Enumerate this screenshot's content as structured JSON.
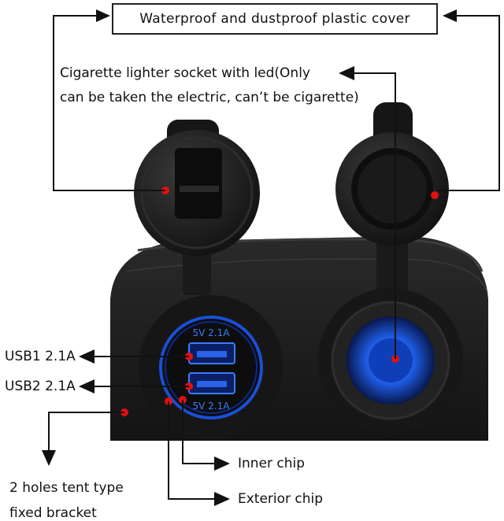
{
  "labels": {
    "cover": "Waterproof and dustproof plastic cover",
    "socket_line1": "Cigarette lighter socket with led(Only",
    "socket_line2": "can be taken the electric, can’t be cigarette)",
    "usb1": "USB1 2.1A",
    "usb2": "USB2 2.1A",
    "bracket_line1": "2 holes tent type",
    "bracket_line2": "fixed bracket",
    "inner_chip": "Inner chip",
    "exterior_chip": "Exterior chip",
    "usb_top_print": "5V 2.1A",
    "usb_bottom_print": "5V 2.1A"
  },
  "colors": {
    "body": "#1c1c1c",
    "led_blue": "#1a4fd6",
    "marker_red": "#e01010",
    "line": "#111111"
  }
}
